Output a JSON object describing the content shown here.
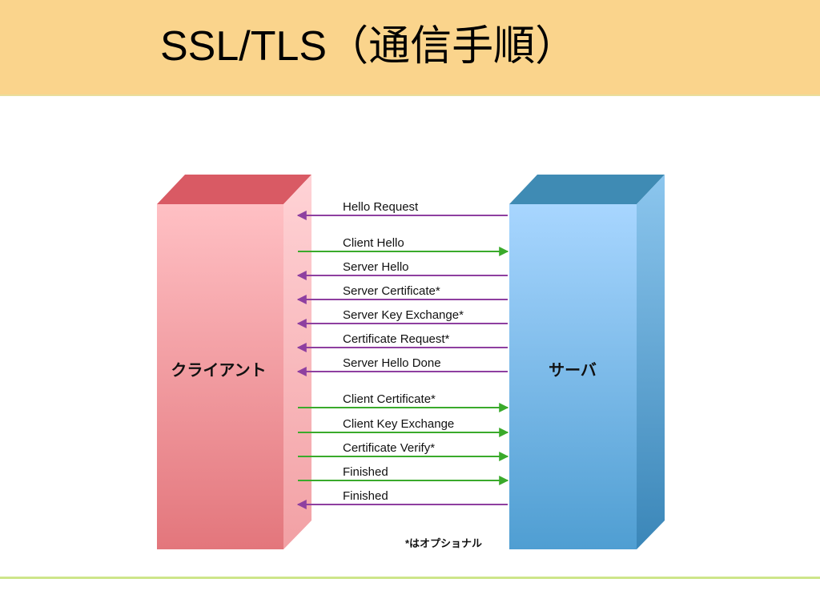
{
  "title": "SSL/TLS（通信手順）",
  "client": {
    "label": "クライアント",
    "color": "#e06f76"
  },
  "server": {
    "label": "サーバ",
    "color": "#5aa6d6"
  },
  "colors": {
    "to_server": "#3aaa2b",
    "to_client": "#8e3fa0"
  },
  "messages": [
    {
      "label": "Hello Request",
      "direction": "to_client"
    },
    {
      "label": "Client Hello",
      "direction": "to_server"
    },
    {
      "label": "Server Hello",
      "direction": "to_client"
    },
    {
      "label": "Server Certificate*",
      "direction": "to_client"
    },
    {
      "label": "Server Key Exchange*",
      "direction": "to_client"
    },
    {
      "label": "Certificate Request*",
      "direction": "to_client"
    },
    {
      "label": "Server Hello Done",
      "direction": "to_client"
    },
    {
      "label": "Client Certificate*",
      "direction": "to_server"
    },
    {
      "label": "Client Key Exchange",
      "direction": "to_server"
    },
    {
      "label": "Certificate Verify*",
      "direction": "to_server"
    },
    {
      "label": "Finished",
      "direction": "to_server"
    },
    {
      "label": "Finished",
      "direction": "to_client"
    }
  ],
  "note": "*はオプショナル"
}
